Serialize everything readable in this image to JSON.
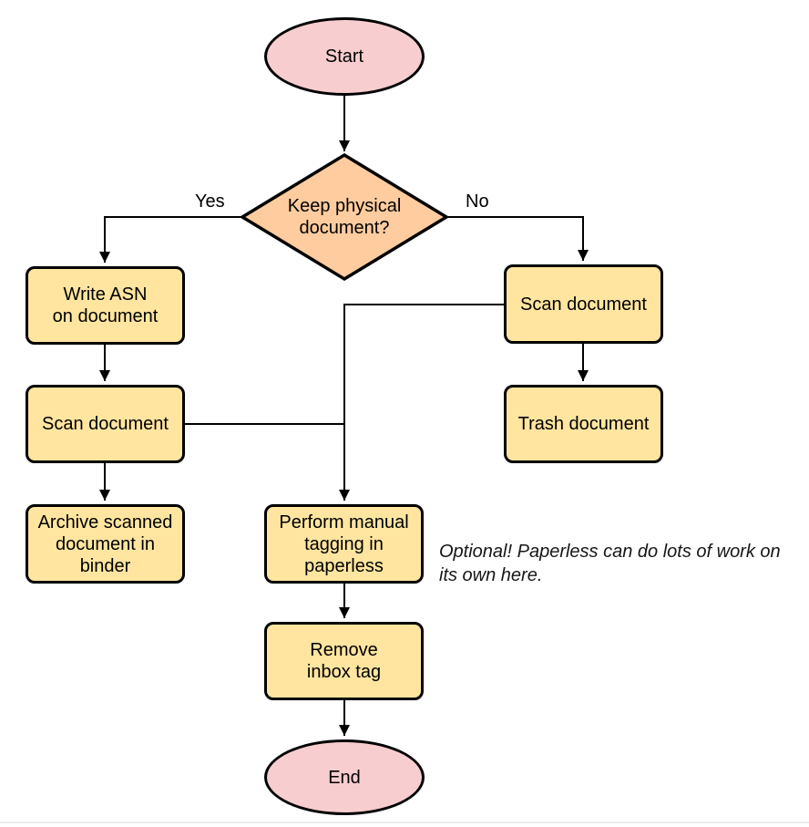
{
  "diagram": {
    "nodes": {
      "start": {
        "label": "Start",
        "type": "terminator"
      },
      "decision": {
        "label": "Keep physical\ndocument?",
        "type": "decision"
      },
      "write_asn": {
        "label": "Write ASN\non document",
        "type": "process"
      },
      "scan_left": {
        "label": "Scan document",
        "type": "process"
      },
      "archive": {
        "label": "Archive scanned\ndocument in\nbinder",
        "type": "process"
      },
      "scan_right": {
        "label": "Scan document",
        "type": "process"
      },
      "trash": {
        "label": "Trash document",
        "type": "process"
      },
      "tagging": {
        "label": "Perform manual\ntagging in\npaperless",
        "type": "process"
      },
      "remove_inbox": {
        "label": "Remove\ninbox tag",
        "type": "process"
      },
      "end": {
        "label": "End",
        "type": "terminator"
      }
    },
    "edges": {
      "yes_label": "Yes",
      "no_label": "No"
    },
    "note": {
      "text": "Optional! Paperless can do lots of work on\nits own here."
    },
    "colors": {
      "terminator_fill": "#f8cdd0",
      "decision_fill": "#ffcc9f",
      "process_fill": "#ffe5a0",
      "stroke": "#000000",
      "divider": "#f0ecee"
    }
  }
}
